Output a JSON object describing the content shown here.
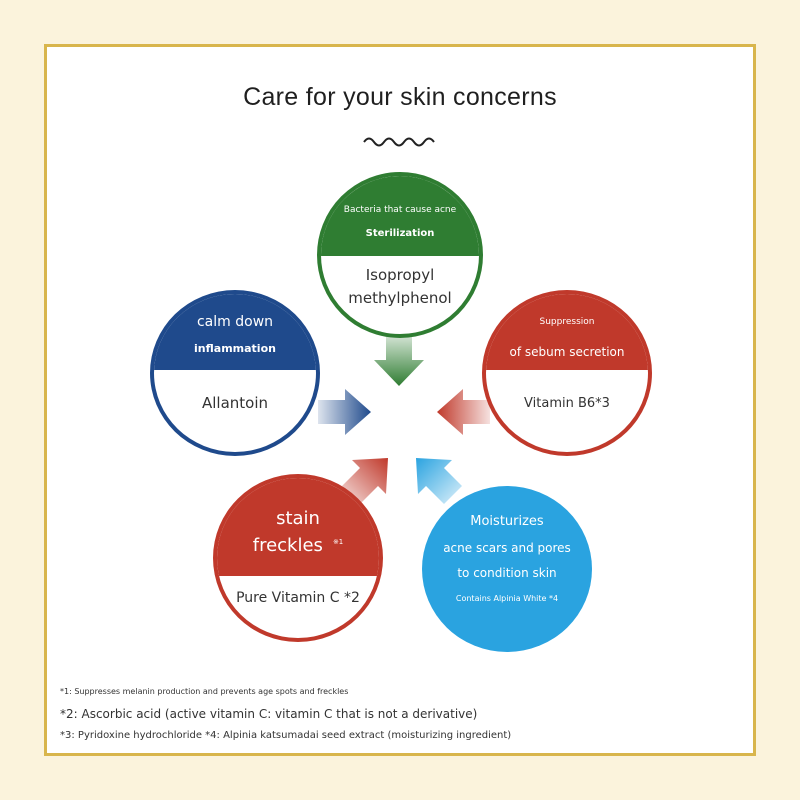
{
  "title": "Care for your skin concerns",
  "colors": {
    "frame_border": "#d8b54c",
    "background": "#fbf3dc",
    "green": "#2f7d32",
    "navy": "#1f4a8c",
    "red": "#c0392b",
    "light_blue": "#2aa3e0"
  },
  "circles": {
    "top": {
      "line1": "Bacteria that cause acne",
      "line2": "Sterilization",
      "ingredient_line1": "Isopropyl",
      "ingredient_line2": "methylphenol"
    },
    "left": {
      "line1": "calm down",
      "line2": "inflammation",
      "ingredient": "Allantoin"
    },
    "right": {
      "line1": "Suppression",
      "line2": "of sebum secretion",
      "ingredient": "Vitamin B6*3"
    },
    "bottom_left": {
      "line1": "stain",
      "line2": "freckles",
      "note": "※1",
      "ingredient": "Pure Vitamin C *2"
    },
    "bottom_right": {
      "line1": "Moisturizes",
      "line2": "acne scars and pores",
      "line3": "to condition skin",
      "line4": "Contains Alpinia White *4"
    }
  },
  "footnotes": [
    "*1: Suppresses melanin production and prevents age spots and freckles",
    "*2: Ascorbic acid (active vitamin C: vitamin C that is not a derivative)",
    "*3: Pyridoxine hydrochloride *4: Alpinia katsumadai seed extract (moisturizing ingredient)"
  ]
}
